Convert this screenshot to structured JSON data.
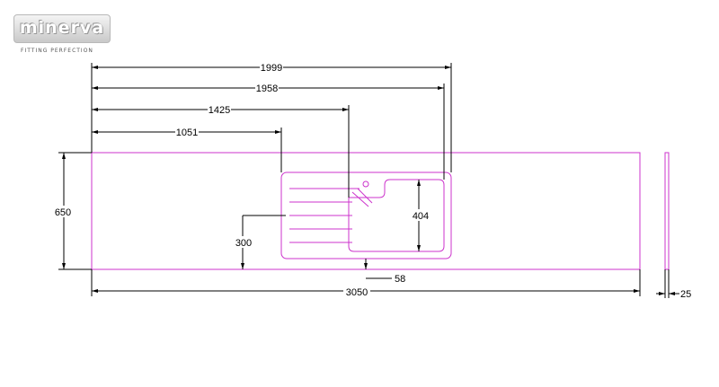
{
  "logo": {
    "brand": "minerva",
    "tagline": "FITTING PERFECTION"
  },
  "dimensions": {
    "d1999": "1999",
    "d1958": "1958",
    "d1425": "1425",
    "d1051": "1051",
    "depth": "650",
    "d300": "300",
    "bowl": "404",
    "d58": "58",
    "length": "3050",
    "thickness": "25"
  },
  "colors": {
    "outline": "#cc33cc",
    "dimension_line": "#000000"
  }
}
